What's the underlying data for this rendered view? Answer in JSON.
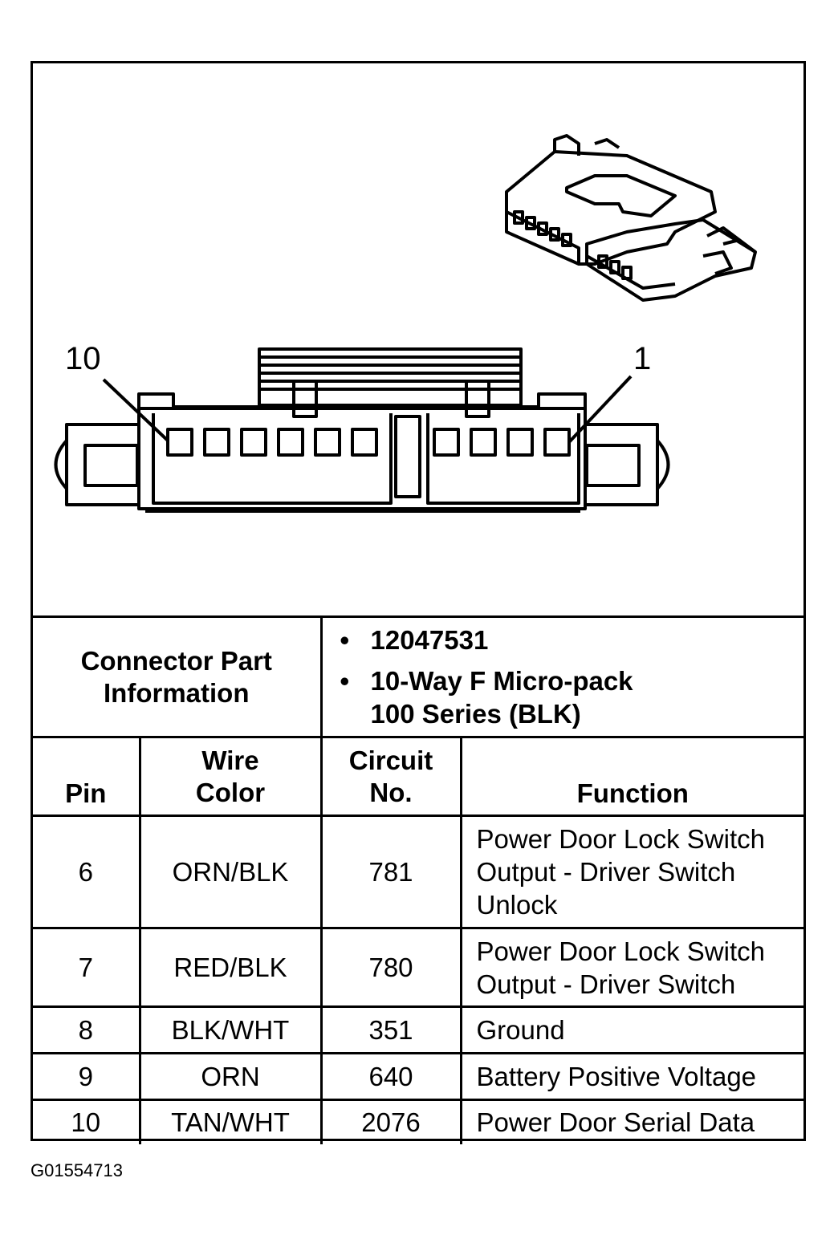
{
  "diagram": {
    "pin_label_left": "10",
    "pin_label_right": "1"
  },
  "connector_info": {
    "label": "Connector Part Information",
    "items": [
      "12047531",
      "10-Way F Micro-pack 100 Series (BLK)"
    ]
  },
  "table": {
    "headers": [
      "Pin",
      "Wire Color",
      "Circuit No.",
      "Function"
    ],
    "rows": [
      {
        "pin": "6",
        "color": "ORN/BLK",
        "circuit": "781",
        "function": "Power Door Lock Switch Output - Driver Switch Unlock"
      },
      {
        "pin": "7",
        "color": "RED/BLK",
        "circuit": "780",
        "function": "Power Door Lock Switch Output - Driver Switch"
      },
      {
        "pin": "8",
        "color": "BLK/WHT",
        "circuit": "351",
        "function": "Ground"
      },
      {
        "pin": "9",
        "color": "ORN",
        "circuit": "640",
        "function": "Battery Positive Voltage"
      },
      {
        "pin": "10",
        "color": "TAN/WHT",
        "circuit": "2076",
        "function": "Power Door Serial Data"
      }
    ]
  },
  "figure_id": "G01554713"
}
